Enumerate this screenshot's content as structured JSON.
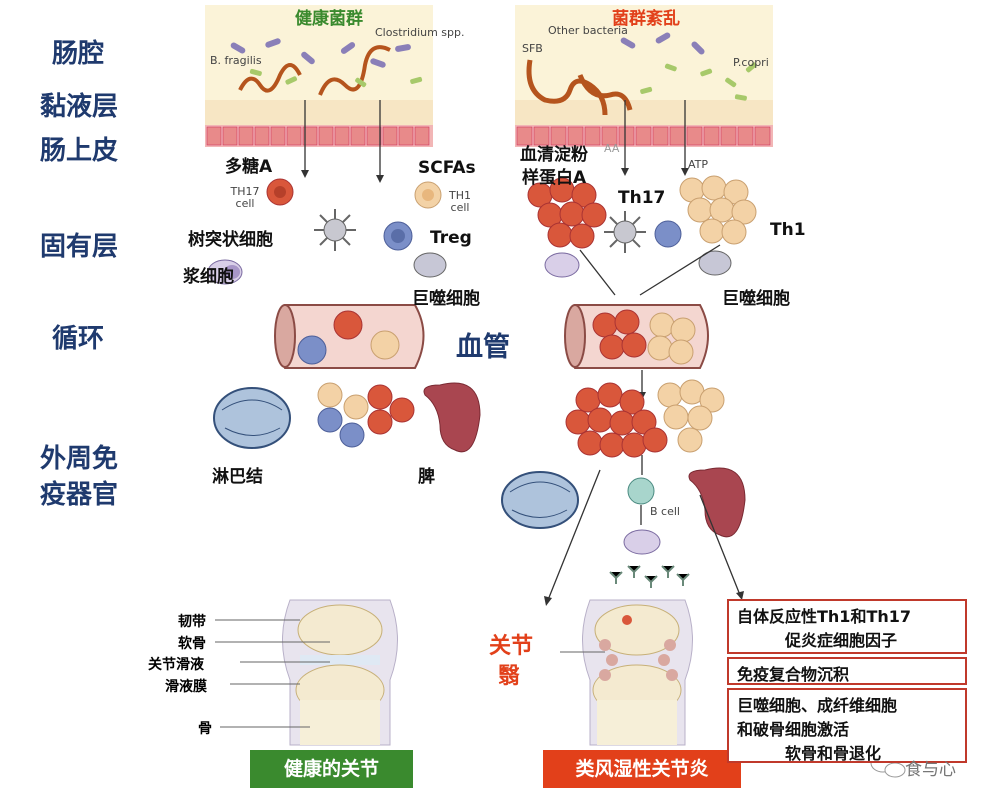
{
  "left_labels": [
    "肠腔",
    "黏液层",
    "肠上皮",
    "固有层",
    "循环",
    "外周免",
    "疫器官"
  ],
  "healthy_title": "健康菌群",
  "dysbiosis_title": "菌群紊乱",
  "bacteria": {
    "bfragilis": "B. fragilis",
    "clostridium": "Clostridium spp.",
    "other": "Other bacteria",
    "sfb": "SFB",
    "pcopri": "P.copri"
  },
  "mediators": {
    "polysaccharide": "多糖A",
    "scfas": "SCFAs",
    "saa_line1": "血清淀粉",
    "saa_line2": "样蛋白A",
    "atp": "ATP",
    "saa_small": "AA"
  },
  "cells": {
    "th17_small": "TH17\ncell",
    "th1_small": "TH1\ncell",
    "dendritic": "树突状细胞",
    "treg": "Treg",
    "plasma": "浆细胞",
    "macrophage": "巨噬细胞",
    "th17": "Th17",
    "th1": "Th1",
    "macrophage2": "巨噬细胞",
    "bcell": "B cell"
  },
  "vessel_label": "血管",
  "organs": {
    "lymph": "淋巴结",
    "spleen": "脾"
  },
  "joint_labels": {
    "ligament": "韧带",
    "cartilage": "软骨",
    "synovial_fluid": "关节滑液",
    "synovium": "滑液膜",
    "bone": "骨"
  },
  "pannus_line1": "关节",
  "pannus_line2": "翳",
  "bottom_tags": {
    "healthy": "健康的关节",
    "ra": "类风湿性关节炎"
  },
  "boxes": {
    "box1_line1": "自体反应性Th1和Th17",
    "box1_line2": "促炎症细胞因子",
    "box2": "免疫复合物沉积",
    "box3_line1": "巨噬细胞、成纤维细胞",
    "box3_line2": "和破骨细胞激活",
    "box3_line3": "软骨和骨退化"
  },
  "watermark": "食与心",
  "colors": {
    "accent_blue": "#1f3a6e",
    "healthy_green": "#3a8a2e",
    "ra_red": "#e2401a",
    "box_red": "#c0392b"
  }
}
